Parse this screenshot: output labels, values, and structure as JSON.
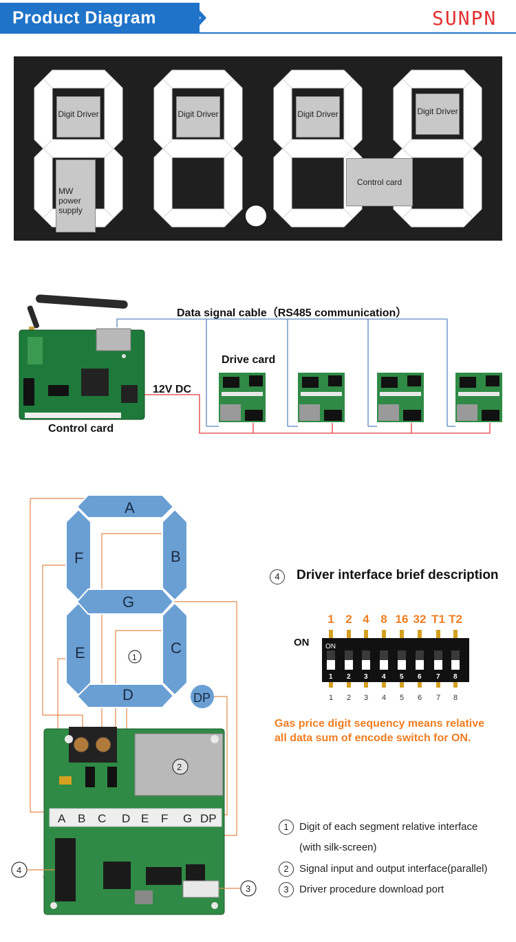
{
  "header": {
    "title": "Product Diagram",
    "brand": "SUNPN"
  },
  "display_panel": {
    "digit_driver_label": "Digit Driver",
    "power_supply_label": "MW power supply",
    "control_card_label": "Control card"
  },
  "wiring": {
    "data_cable_label": "Data signal cable（RS485 communication）",
    "drive_card_label": "Drive card",
    "power_label": "12V DC",
    "control_card_label": "Control card"
  },
  "segment_diagram": {
    "segments": [
      "A",
      "B",
      "C",
      "D",
      "E",
      "F",
      "G",
      "DP"
    ],
    "silkscreen_labels": [
      "A",
      "B",
      "C",
      "D",
      "E",
      "F",
      "G",
      "DP"
    ],
    "callouts": [
      "1",
      "2",
      "3",
      "4"
    ]
  },
  "dip_section": {
    "heading_num": "4",
    "heading": "Driver interface brief description",
    "weights": [
      "1",
      "2",
      "4",
      "8",
      "16",
      "32",
      "T1",
      "T2"
    ],
    "on_label": "ON",
    "switch_on_mark": "ON",
    "switch_numbers": [
      "1",
      "2",
      "3",
      "4",
      "5",
      "6",
      "7",
      "8"
    ],
    "note_line1": "Gas price digit sequency means relative",
    "note_line2": "all data sum of encode switch for ON."
  },
  "notes": [
    {
      "num": "1",
      "text": "Digit of each segment relative interface"
    },
    {
      "num": "",
      "text": "(with silk-screen)"
    },
    {
      "num": "2",
      "text": "Signal input and output interface(parallel)"
    },
    {
      "num": "3",
      "text": "Driver procedure download port"
    }
  ],
  "colors": {
    "header_blue": "#1f73c9",
    "segment_blue": "#6a9fd4",
    "accent_orange": "#ef7d22",
    "brand_red": "#e03030"
  }
}
